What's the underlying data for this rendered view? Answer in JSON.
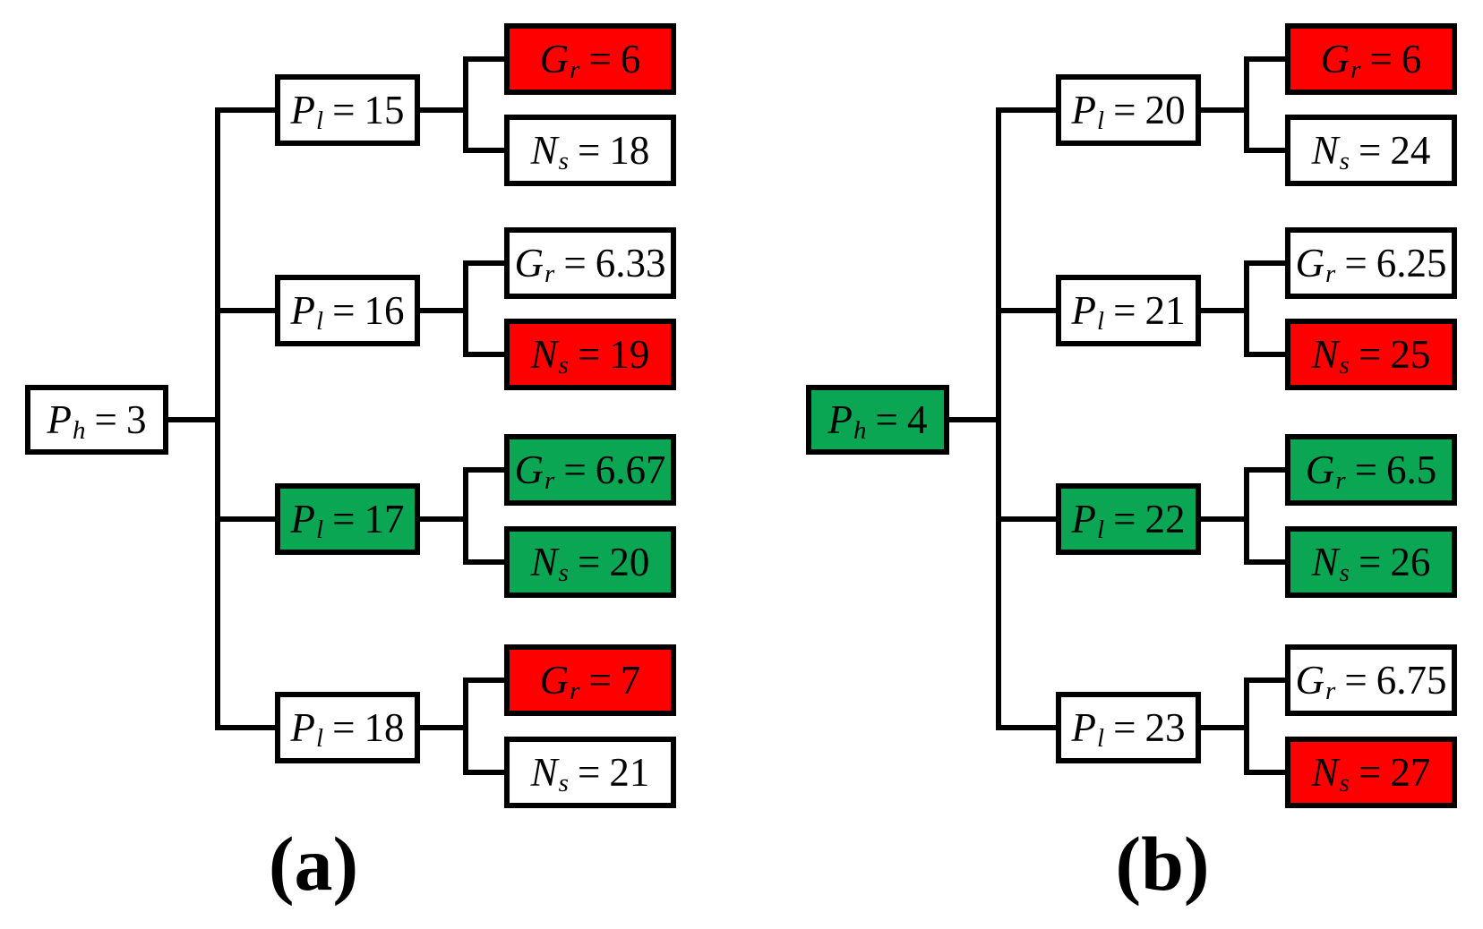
{
  "symbols": {
    "equals": "="
  },
  "colors": {
    "red": "#FF0000",
    "green": "#0BA653",
    "white": "#FFFFFF",
    "line": "#000000"
  },
  "trees": [
    {
      "caption": "(a)",
      "root": {
        "variable": "P",
        "subscript": "h",
        "value": "3",
        "fill": "white"
      },
      "branches": [
        {
          "p": {
            "variable": "P",
            "subscript": "l",
            "value": "15",
            "fill": "white"
          },
          "leaves": [
            {
              "variable": "G",
              "subscript": "r",
              "value": "6",
              "fill": "red"
            },
            {
              "variable": "N",
              "subscript": "s",
              "value": "18",
              "fill": "white"
            }
          ]
        },
        {
          "p": {
            "variable": "P",
            "subscript": "l",
            "value": "16",
            "fill": "white"
          },
          "leaves": [
            {
              "variable": "G",
              "subscript": "r",
              "value": "6.33",
              "fill": "white"
            },
            {
              "variable": "N",
              "subscript": "s",
              "value": "19",
              "fill": "red"
            }
          ]
        },
        {
          "p": {
            "variable": "P",
            "subscript": "l",
            "value": "17",
            "fill": "green"
          },
          "leaves": [
            {
              "variable": "G",
              "subscript": "r",
              "value": "6.67",
              "fill": "green"
            },
            {
              "variable": "N",
              "subscript": "s",
              "value": "20",
              "fill": "green"
            }
          ]
        },
        {
          "p": {
            "variable": "P",
            "subscript": "l",
            "value": "18",
            "fill": "white"
          },
          "leaves": [
            {
              "variable": "G",
              "subscript": "r",
              "value": "7",
              "fill": "red"
            },
            {
              "variable": "N",
              "subscript": "s",
              "value": "21",
              "fill": "white"
            }
          ]
        }
      ]
    },
    {
      "caption": "(b)",
      "root": {
        "variable": "P",
        "subscript": "h",
        "value": "4",
        "fill": "green"
      },
      "branches": [
        {
          "p": {
            "variable": "P",
            "subscript": "l",
            "value": "20",
            "fill": "white"
          },
          "leaves": [
            {
              "variable": "G",
              "subscript": "r",
              "value": "6",
              "fill": "red"
            },
            {
              "variable": "N",
              "subscript": "s",
              "value": "24",
              "fill": "white"
            }
          ]
        },
        {
          "p": {
            "variable": "P",
            "subscript": "l",
            "value": "21",
            "fill": "white"
          },
          "leaves": [
            {
              "variable": "G",
              "subscript": "r",
              "value": "6.25",
              "fill": "white"
            },
            {
              "variable": "N",
              "subscript": "s",
              "value": "25",
              "fill": "red"
            }
          ]
        },
        {
          "p": {
            "variable": "P",
            "subscript": "l",
            "value": "22",
            "fill": "green"
          },
          "leaves": [
            {
              "variable": "G",
              "subscript": "r",
              "value": "6.5",
              "fill": "green"
            },
            {
              "variable": "N",
              "subscript": "s",
              "value": "26",
              "fill": "green"
            }
          ]
        },
        {
          "p": {
            "variable": "P",
            "subscript": "l",
            "value": "23",
            "fill": "white"
          },
          "leaves": [
            {
              "variable": "G",
              "subscript": "r",
              "value": "6.75",
              "fill": "white"
            },
            {
              "variable": "N",
              "subscript": "s",
              "value": "27",
              "fill": "red"
            }
          ]
        }
      ]
    }
  ]
}
